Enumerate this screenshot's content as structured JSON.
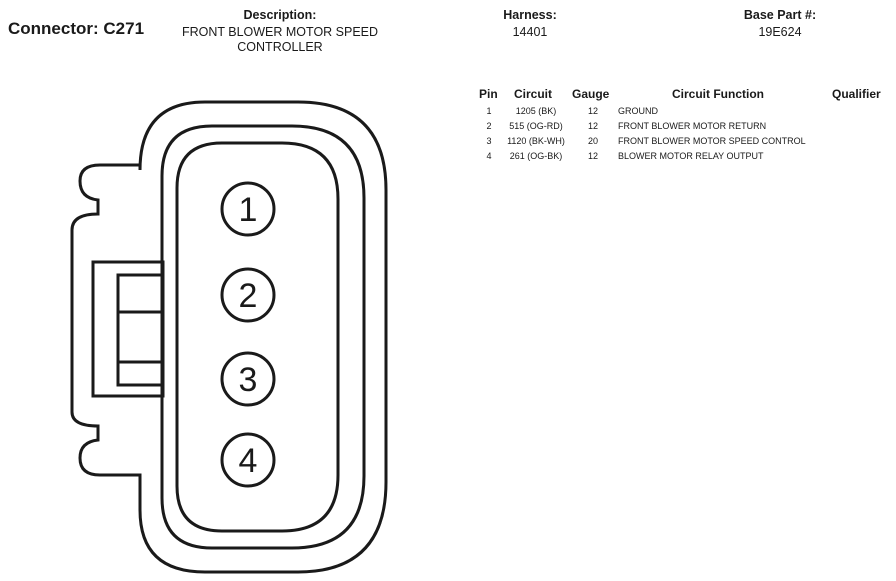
{
  "connector": {
    "title": "Connector: C271"
  },
  "description": {
    "label": "Description:",
    "lines": [
      "FRONT BLOWER MOTOR SPEED",
      "CONTROLLER"
    ]
  },
  "harness": {
    "label": "Harness:",
    "value": "14401"
  },
  "base_part": {
    "label": "Base Part #:",
    "value": "19E624"
  },
  "table": {
    "headers": {
      "pin": "Pin",
      "circuit": "Circuit",
      "gauge": "Gauge",
      "function": "Circuit Function",
      "qualifier": "Qualifier"
    },
    "rows": [
      {
        "pin": "1",
        "circuit": "1205 (BK)",
        "gauge": "12",
        "function": "GROUND"
      },
      {
        "pin": "2",
        "circuit": "515 (OG-RD)",
        "gauge": "12",
        "function": "FRONT BLOWER MOTOR RETURN"
      },
      {
        "pin": "3",
        "circuit": "1120 (BK-WH)",
        "gauge": "20",
        "function": "FRONT BLOWER MOTOR SPEED CONTROL"
      },
      {
        "pin": "4",
        "circuit": "261 (OG-BK)",
        "gauge": "12",
        "function": "BLOWER MOTOR RELAY OUTPUT"
      }
    ]
  },
  "diagram": {
    "pins": [
      "1",
      "2",
      "3",
      "4"
    ]
  }
}
